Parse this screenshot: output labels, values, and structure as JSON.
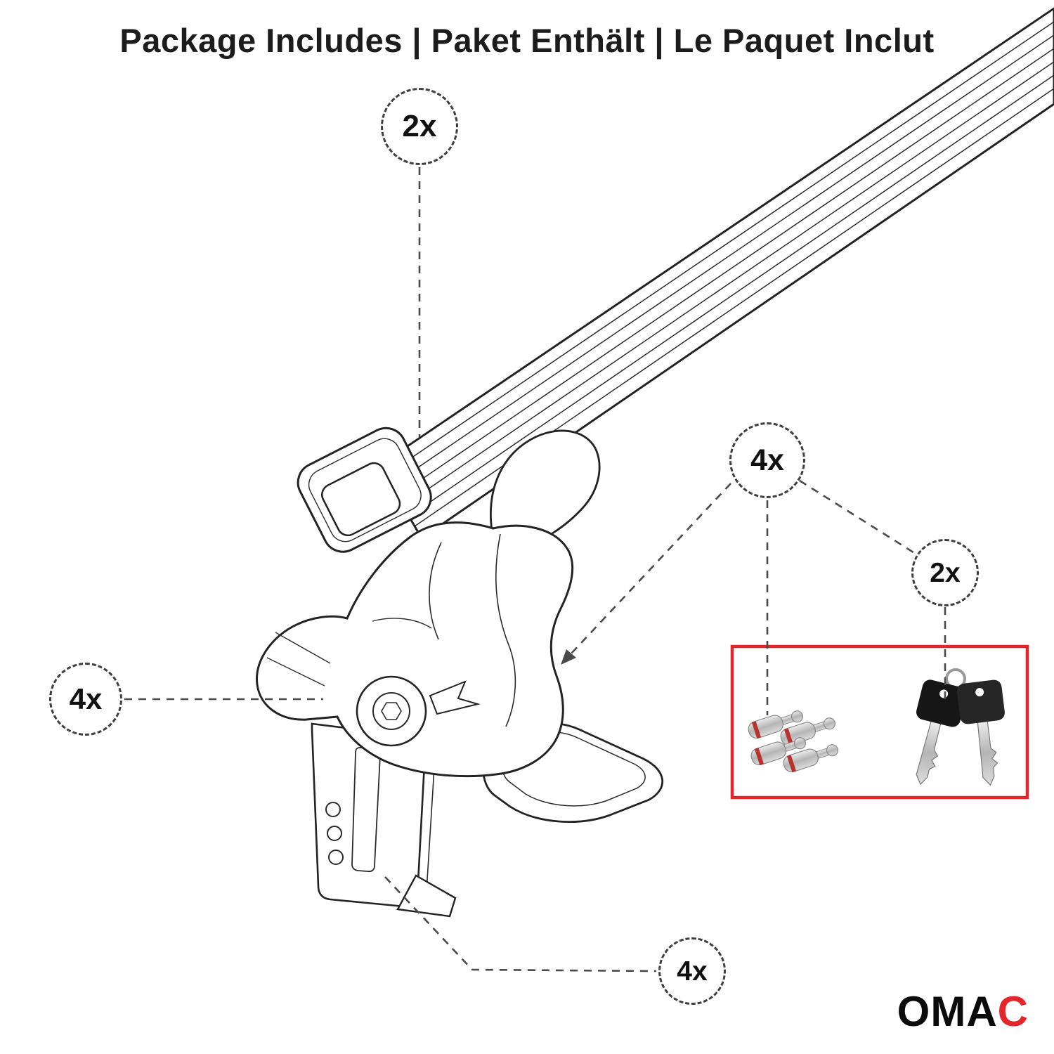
{
  "title": "Package Includes | Paket Enthält | Le Paquet Inclut",
  "callouts": {
    "crossbar": {
      "label": "2x"
    },
    "lock_bolts": {
      "label": "4x"
    },
    "keys": {
      "label": "2x"
    },
    "foot_pads": {
      "label": "4x"
    },
    "clamps": {
      "label": "4x"
    }
  },
  "legend_box": {
    "left_item": "lock-cylinders-photo",
    "right_item": "keys-photo"
  },
  "logo": {
    "black": "OMA",
    "red": "C"
  },
  "colors": {
    "accent_red": "#E4262C",
    "ink": "#222222"
  }
}
